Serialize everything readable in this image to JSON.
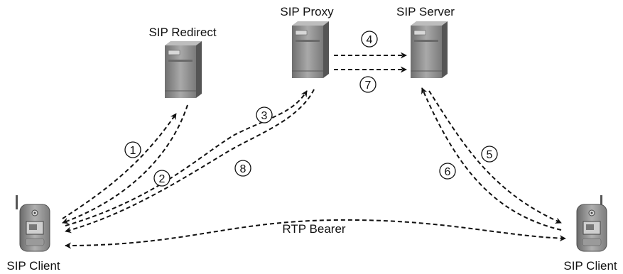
{
  "nodes": {
    "redirect": {
      "label": "SIP Redirect"
    },
    "proxy": {
      "label": "SIP Proxy"
    },
    "server": {
      "label": "SIP Server"
    },
    "client_left": {
      "label": "SIP Client"
    },
    "client_right": {
      "label": "SIP Client"
    }
  },
  "steps": [
    "1",
    "2",
    "3",
    "4",
    "5",
    "6",
    "7",
    "8"
  ],
  "bearer": {
    "label": "RTP Bearer"
  },
  "colors": {
    "server_body": "#8c8c8c",
    "server_dark": "#5e5e5e",
    "phone_body": "#8a8a8a",
    "line": "#111111"
  }
}
